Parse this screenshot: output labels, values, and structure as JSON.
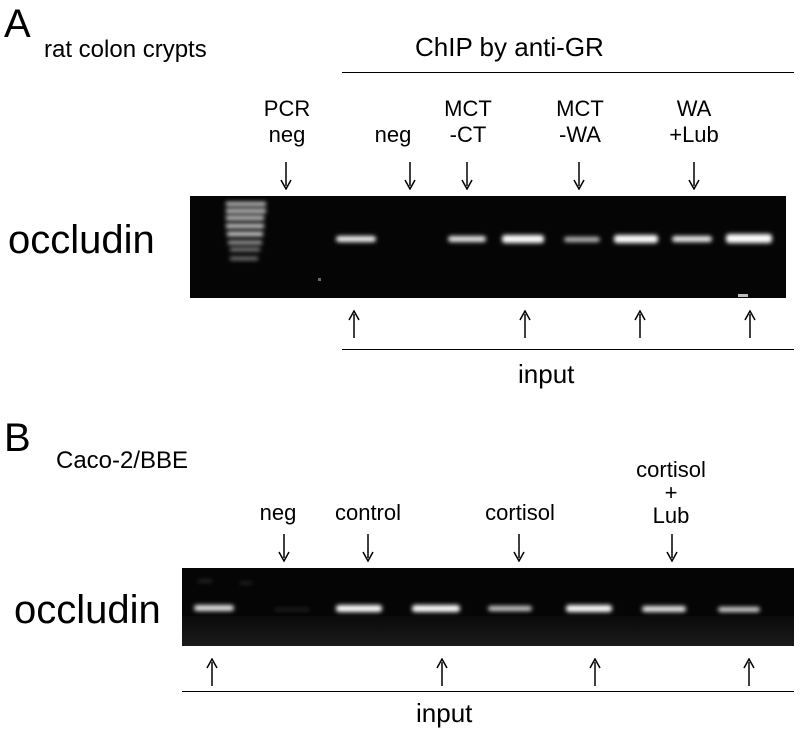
{
  "panel_a": {
    "letter": "A",
    "caption": "rat colon crypts",
    "header": "ChIP by anti-GR",
    "footer": "input",
    "row_label": "occludin",
    "lanes": {
      "pcr_neg": "PCR\nneg",
      "neg": "neg",
      "mct_ct": "MCT\n-CT",
      "mct_wa": "MCT\n-WA",
      "wa_lub": "WA\n+Lub"
    }
  },
  "panel_b": {
    "letter": "B",
    "caption": "Caco-2/BBE",
    "footer": "input",
    "row_label": "occludin",
    "lanes": {
      "neg": "neg",
      "control": "control",
      "cortisol": "cortisol",
      "cortisol_lub": "cortisol\n+\nLub"
    }
  },
  "colors": {
    "gel": "#050505",
    "band": "#ffffff"
  }
}
